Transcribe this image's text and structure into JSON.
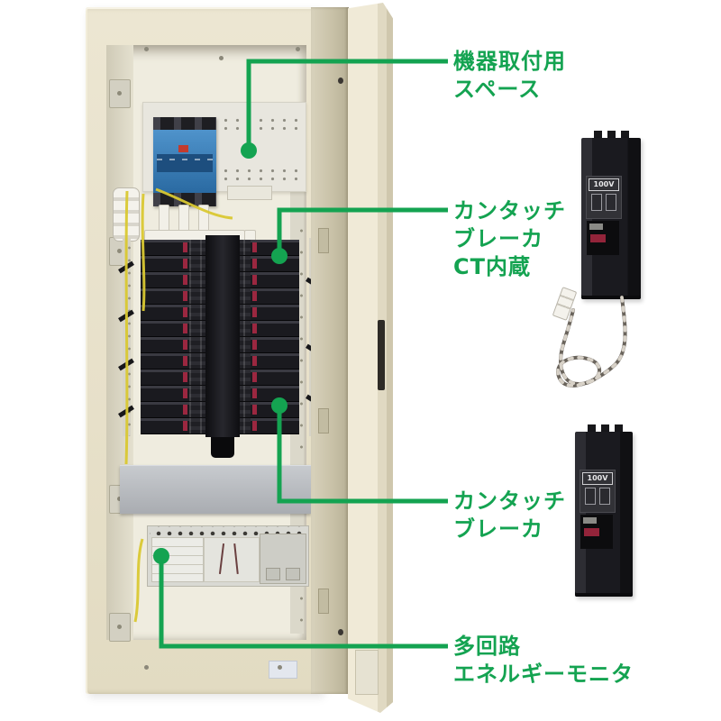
{
  "colors": {
    "accent_green": "#14a351",
    "cabinet_cream": "#eae4cf",
    "cover_gray": "#b4b7bb",
    "breaker_black": "#1a1a1f",
    "breaker_red_accent": "#9b2740",
    "main_breaker_blue": "#3b7fb8",
    "wire_yellow": "#d9c832"
  },
  "callouts": [
    {
      "id": "mounting-space",
      "text": "機器取付用スペース",
      "lines": [
        "機器取付用",
        "スペース"
      ]
    },
    {
      "id": "kantouch-breaker-ct",
      "text": "カンタッチブレーカ CT内蔵",
      "lines": [
        "カンタッチ",
        "ブレーカ",
        "CT内蔵"
      ]
    },
    {
      "id": "kantouch-breaker",
      "text": "カンタッチブレーカ",
      "lines": [
        "カンタッチ",
        "ブレーカ"
      ]
    },
    {
      "id": "multi-circuit-energy-monitor",
      "text": "多回路エネルギーモニタ",
      "lines": [
        "多回路",
        "エネルギーモニタ"
      ]
    }
  ],
  "cabinet": {
    "breaker_panel": {
      "rows": 12,
      "columns": 2
    }
  },
  "products": [
    {
      "id": "kantouch-breaker-ct-with-lead",
      "rating_label": "100V"
    },
    {
      "id": "kantouch-breaker-standard",
      "rating_label": "100V"
    }
  ]
}
